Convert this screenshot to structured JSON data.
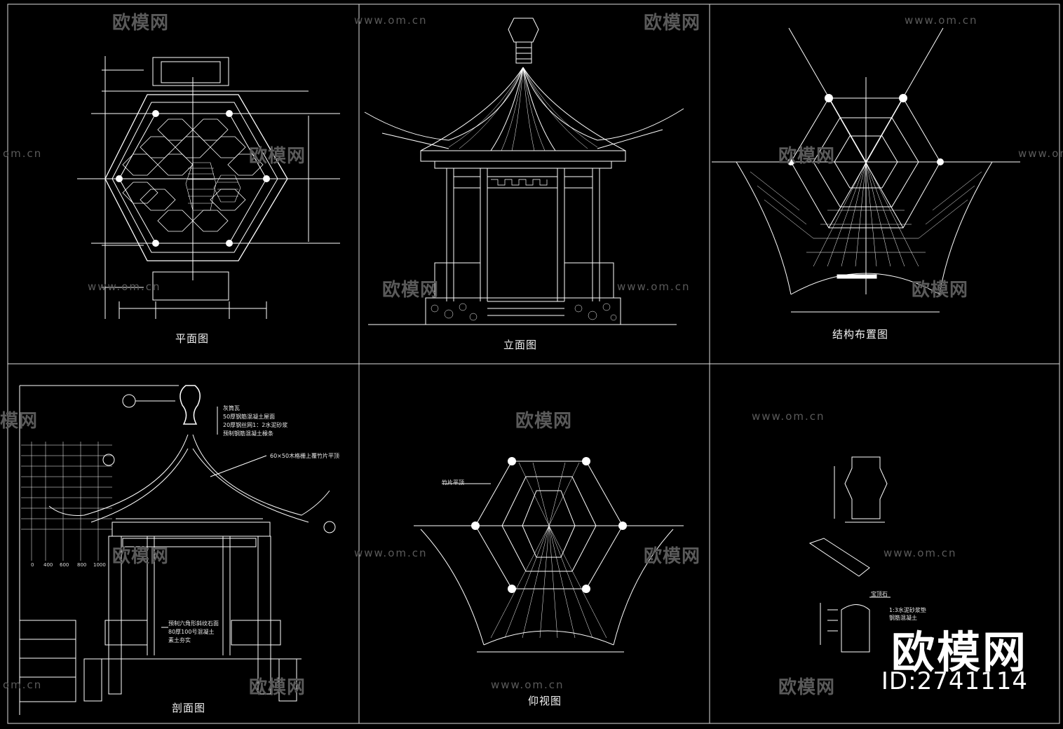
{
  "drawings": {
    "plan": {
      "title": "平面图"
    },
    "elevation": {
      "title": "立面图"
    },
    "structure": {
      "title": "结构布置图"
    },
    "section": {
      "title": "剖面图",
      "notes_top": [
        "灰筒瓦",
        "50厚钢筋混凝土屋面",
        "20厚钢丝网1：2水泥砂浆",
        "预制钢筋混凝土椽条"
      ],
      "note_right": "60×50木格栅上覆竹片平顶",
      "notes_bottom": [
        "预制六角形斜纹石面",
        "80厚100号混凝土",
        "素土夯实"
      ],
      "scale_ticks": [
        "0",
        "400",
        "600",
        "800",
        "1000"
      ]
    },
    "ceiling": {
      "title": "仰视图",
      "note": "竹片平顶"
    },
    "detail": {
      "notes": [
        "宝顶石",
        "1:3水泥砂浆垫",
        "钢筋混凝土"
      ]
    }
  },
  "watermark": {
    "url": "www.om.cn",
    "logo": "欧模网",
    "url_partial": "om.cn",
    "logo_partial": "模网"
  },
  "brand": {
    "name": "欧模网",
    "id": "ID:2741114"
  },
  "colors": {
    "background": "#000000",
    "line": "#ffffff",
    "watermark": "#5a5a5a"
  }
}
